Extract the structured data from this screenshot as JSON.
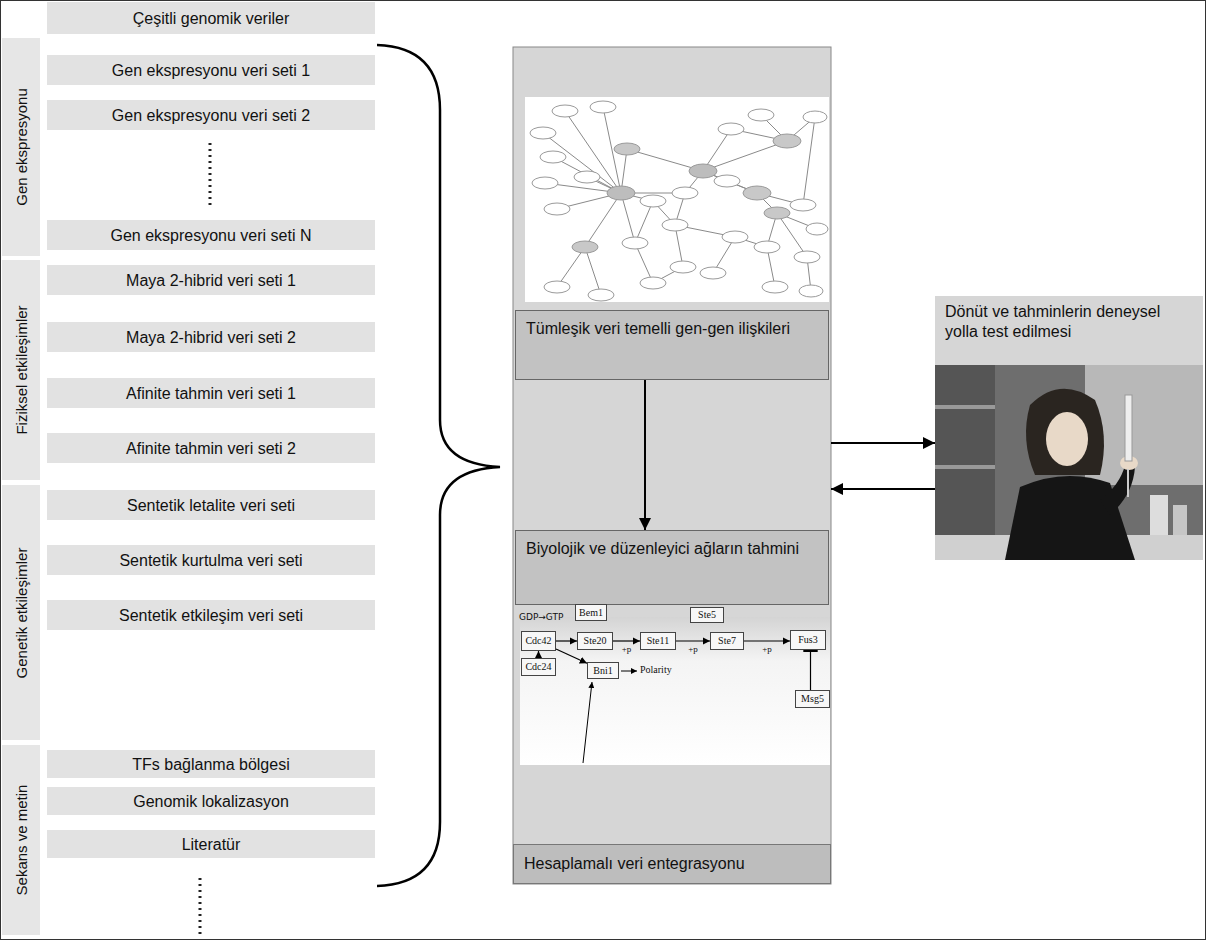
{
  "diagram": {
    "nodes": [
      {
        "text": [
          "Çeşitli genomik veriler"
        ]
      },
      {
        "text": [
          "Gen ekspresyonu"
        ]
      },
      {
        "text": [
          "Gen ekspresyonu veri seti 1"
        ]
      },
      {
        "text": [
          "Gen ekspresyonu veri seti 2"
        ]
      },
      {
        "text": [
          "Gen ekspresyonu veri seti N"
        ]
      },
      {
        "text": [
          "Fiziksel etkileşimler"
        ]
      },
      {
        "text": [
          "Maya 2-hibrid veri seti 1"
        ]
      },
      {
        "text": [
          "Maya 2-hibrid veri seti 2"
        ]
      },
      {
        "text": [
          "Afinite tahmin veri seti 1"
        ]
      },
      {
        "text": [
          "Afinite tahmin veri seti 2"
        ]
      },
      {
        "text": [
          "Genetik etkileşimler"
        ]
      },
      {
        "text": [
          "Sentetik letalite veri seti"
        ]
      },
      {
        "text": [
          "Sentetik kurtulma veri seti"
        ]
      },
      {
        "text": [
          "Sentetik etkileşim veri seti"
        ]
      },
      {
        "text": [
          "Sekans ve metin"
        ]
      },
      {
        "text": [
          "TFs bağlanma bölgesi"
        ]
      },
      {
        "text": [
          "Genomik lokalizasyon"
        ]
      },
      {
        "text": [
          "Literatür"
        ]
      },
      {
        "text": [
          "Hesaplamalı veri entegrasyonu"
        ]
      },
      {
        "text": [
          "Tümleşik veri temelli gen-gen ilişkileri"
        ],
        "in": 18
      },
      {
        "text": [
          "Biyolojik ve düzenleyici ağların tahmini"
        ],
        "in": 18
      },
      {
        "text": [
          "Bem1"
        ],
        "in": 18
      },
      {
        "text": [
          "Ste5"
        ],
        "in": 18
      },
      {
        "text": [
          "Cdc42"
        ],
        "in": 18
      },
      {
        "text": [
          "Ste20"
        ],
        "in": 18
      },
      {
        "text": [
          "Ste11"
        ],
        "in": 18
      },
      {
        "text": [
          "Ste7"
        ],
        "in": 18
      },
      {
        "text": [
          "Fus3"
        ],
        "in": 18
      },
      {
        "text": [
          "Cdc24"
        ],
        "in": 18
      },
      {
        "text": [
          "Bni1"
        ],
        "in": 18
      },
      {
        "text": [
          "Msg5"
        ],
        "in": 18
      },
      {
        "text": [
          "Dönüt ve tahminlerin deneysel yolla test edilmesi"
        ]
      }
    ],
    "edges": [
      {
        "from": 19,
        "to": 20,
        "arrow": "to"
      },
      {
        "from": 18,
        "to": 31,
        "arrow": "to"
      },
      {
        "from": 31,
        "to": 18,
        "arrow": "to"
      },
      {
        "from": 23,
        "to": 24,
        "arrow": "to"
      },
      {
        "from": 24,
        "to": 25,
        "label": "+p",
        "arrow": "to"
      },
      {
        "from": 25,
        "to": 26,
        "label": "+p",
        "arrow": "to"
      },
      {
        "from": 26,
        "to": 27,
        "label": "+p",
        "arrow": "to"
      },
      {
        "from": 28,
        "to": 23,
        "arrow": "to"
      },
      {
        "from": 23,
        "to": 29,
        "arrow": "to"
      },
      {
        "from": 30,
        "to": 27,
        "arrow": "to"
      }
    ],
    "labels": [
      "GDP→GTP",
      "Polarity"
    ]
  }
}
